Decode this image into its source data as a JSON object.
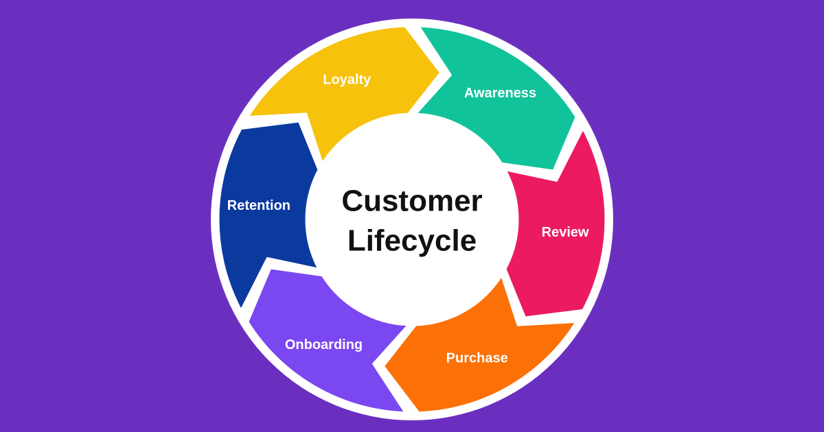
{
  "diagram": {
    "center_title_lines": [
      "Customer",
      "Lifecycle"
    ],
    "stages": [
      {
        "label": "Awareness",
        "color": "#11c39a"
      },
      {
        "label": "Review",
        "color": "#ec1b5f"
      },
      {
        "label": "Purchase",
        "color": "#fb7108"
      },
      {
        "label": "Onboarding",
        "color": "#7b47f1"
      },
      {
        "label": "Retention",
        "color": "#0b3a9f"
      },
      {
        "label": "Loyalty",
        "color": "#f6c20c"
      }
    ],
    "colors": {
      "background": "#6b2fc0",
      "ring": "#ffffff",
      "center_fill": "#ffffff",
      "center_text": "#111111",
      "label_text": "#ffffff"
    }
  }
}
